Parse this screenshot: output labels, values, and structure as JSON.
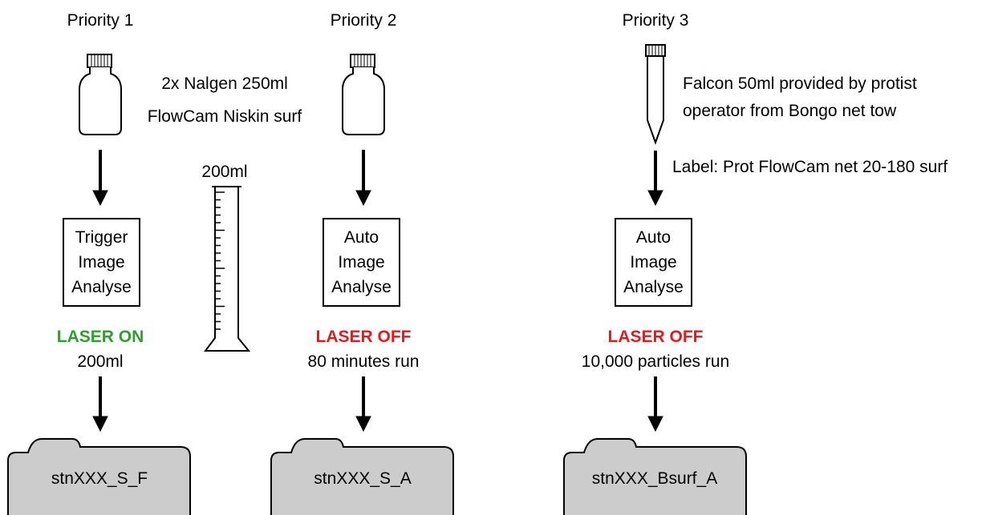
{
  "columns": [
    {
      "priority": "Priority 1",
      "note_lines": [
        "2x Nalgen 250ml",
        "FlowCam Niskin surf"
      ],
      "box_lines": "Trigger\nImage\nAnalyse",
      "laser": "LASER ON",
      "laser_color": "#2e9e2e",
      "run": "200ml",
      "folder": "stnXXX_S_F"
    },
    {
      "priority": "Priority 2",
      "box_lines": "Auto\nImage\nAnalyse",
      "laser": "LASER OFF",
      "laser_color": "#e31a1c",
      "run": "80 minutes run",
      "folder": "stnXXX_S_A"
    },
    {
      "priority": "Priority 3",
      "note_lines": [
        "Falcon 50ml provided by protist",
        "operator from Bongo net tow"
      ],
      "arrow_label": "Label: Prot FlowCam net 20-180 surf",
      "box_lines": "Auto\nImage\nAnalyse",
      "laser": "LASER OFF",
      "laser_color": "#e31a1c",
      "run": "10,000 particles run",
      "folder": "stnXXX_Bsurf_A"
    }
  ],
  "cylinder_label": "200ml",
  "icons": [
    "bottle-icon",
    "falcon-tube-icon",
    "graduated-cylinder-icon",
    "folder-icon",
    "arrow-down-icon"
  ],
  "colors": {
    "folder_fill": "#cccccc",
    "on": "#2e9e2e",
    "off": "#e31a1c"
  }
}
